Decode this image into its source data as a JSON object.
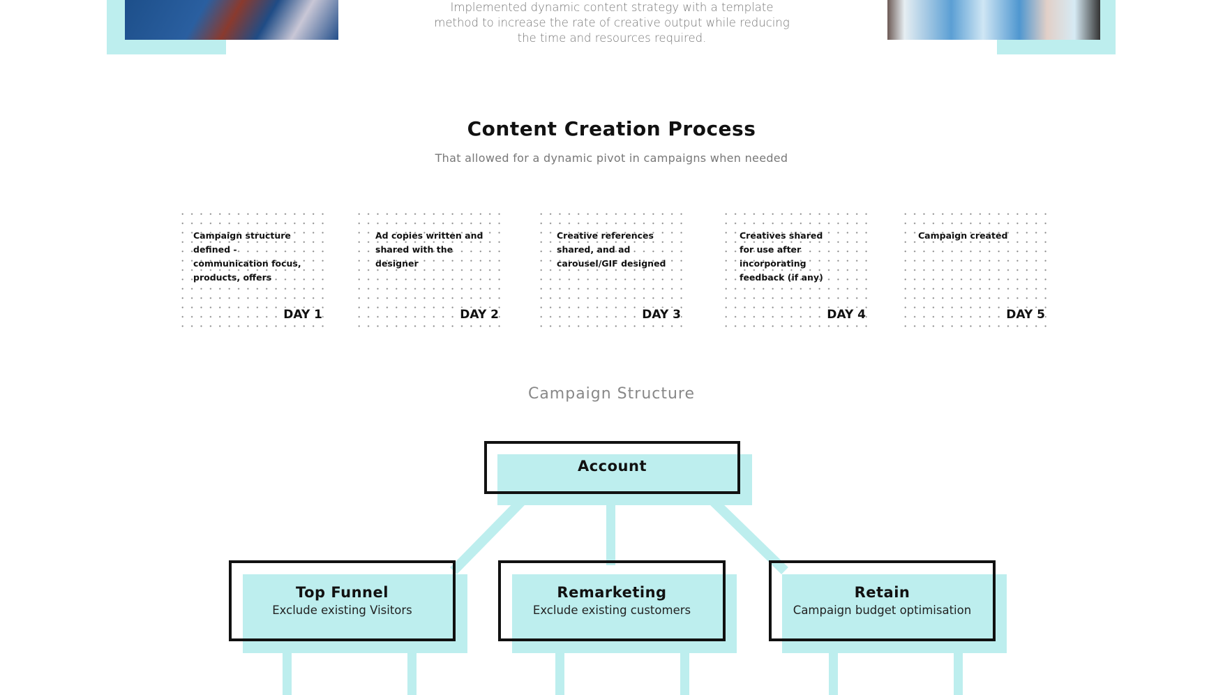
{
  "intro": {
    "lines": [
      "Implemented dynamic content strategy with a template",
      "method to increase the rate of creative output while reducing",
      "the time and resources required."
    ]
  },
  "process": {
    "title": "Content Creation Process",
    "subtitle": "That allowed for a dynamic pivot in campaigns when needed",
    "days": [
      {
        "text": "Campaign structure defined - communication focus, products, offers",
        "label": "DAY 1"
      },
      {
        "text": "Ad copies written and shared with the designer",
        "label": "DAY 2"
      },
      {
        "text": "Creative references shared, and ad carousel/GIF designed",
        "label": "DAY 3"
      },
      {
        "text": "Creatives shared for use after incorporating feedback (if any)",
        "label": "DAY 4"
      },
      {
        "text": "Campaign created",
        "label": "DAY 5"
      }
    ]
  },
  "structure": {
    "title": "Campaign Structure",
    "root": "Account",
    "children": [
      {
        "title": "Top Funnel",
        "subtitle": "Exclude existing Visitors"
      },
      {
        "title": "Remarketing",
        "subtitle": "Exclude existing customers"
      },
      {
        "title": "Retain",
        "subtitle": "Campaign budget optimisation"
      }
    ]
  },
  "colors": {
    "accent": "#bdeeee",
    "text": "#111111"
  }
}
